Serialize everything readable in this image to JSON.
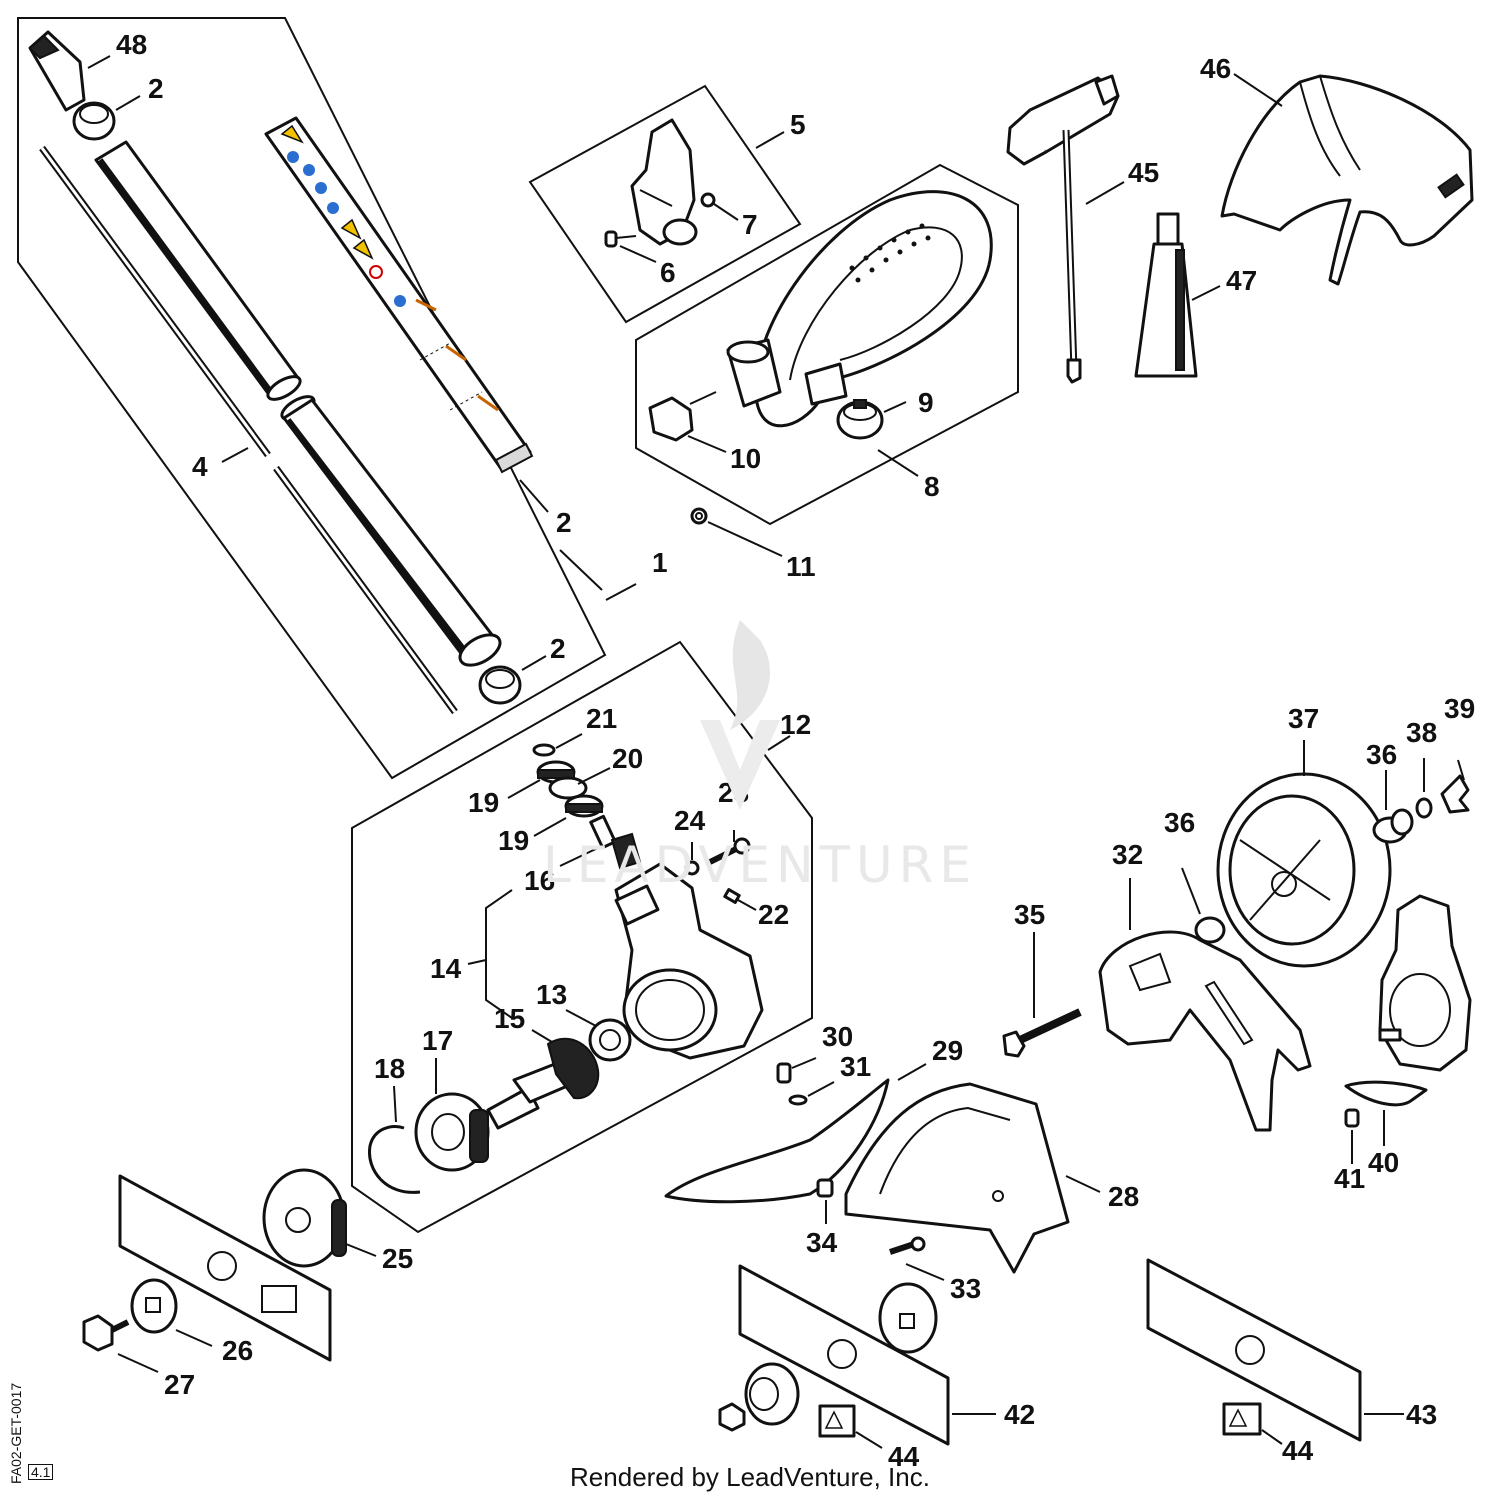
{
  "footer": {
    "text": "Rendered by LeadVenture, Inc."
  },
  "drawing": {
    "code": "FA02-GET-0017",
    "revision": "4.1"
  },
  "watermark": {
    "text": "LEADVENTURE"
  },
  "callouts": {
    "c48": "48",
    "c2a": "2",
    "c4": "4",
    "c2b": "2",
    "c1": "1",
    "c2c": "2",
    "c5": "5",
    "c7": "7",
    "c6": "6",
    "c9": "9",
    "c10": "10",
    "c8": "8",
    "c11": "11",
    "c45": "45",
    "c47": "47",
    "c46": "46",
    "c12": "12",
    "c21": "21",
    "c20": "20",
    "c19a": "19",
    "c19b": "19",
    "c23": "23",
    "c24": "24",
    "c16": "16",
    "c22": "22",
    "c14": "14",
    "c13": "13",
    "c15": "15",
    "c17": "17",
    "c18": "18",
    "c25": "25",
    "c26": "26",
    "c27": "27",
    "c30": "30",
    "c31": "31",
    "c29": "29",
    "c28": "28",
    "c34": "34",
    "c33": "33",
    "c42": "42",
    "c44a": "44",
    "c37": "37",
    "c39": "39",
    "c38": "38",
    "c36a": "36",
    "c36b": "36",
    "c32": "32",
    "c35": "35",
    "c40": "40",
    "c41": "41",
    "c43": "43",
    "c44b": "44"
  },
  "icons": [
    "warning-triangle-icon",
    "safety-glasses-icon",
    "gloves-icon",
    "boots-icon",
    "hearing-protection-icon",
    "no-children-icon"
  ]
}
